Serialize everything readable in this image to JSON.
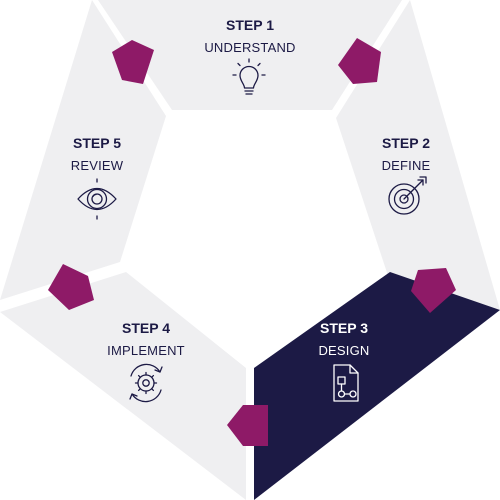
{
  "steps": [
    {
      "title": "STEP 1",
      "label": "UNDERSTAND",
      "icon": "lightbulb-icon",
      "active": false
    },
    {
      "title": "STEP 2",
      "label": "DEFINE",
      "icon": "target-icon",
      "active": false
    },
    {
      "title": "STEP 3",
      "label": "DESIGN",
      "icon": "design-document-icon",
      "active": true
    },
    {
      "title": "STEP 4",
      "label": "IMPLEMENT",
      "icon": "gear-cycle-icon",
      "active": false
    },
    {
      "title": "STEP 5",
      "label": "REVIEW",
      "icon": "eye-icon",
      "active": false
    }
  ],
  "colors": {
    "segment": "#efeff1",
    "active_segment": "#1c1a45",
    "connector_arrow": "#8e1a67",
    "text_dark": "#1c1a45",
    "text_light": "#ffffff"
  }
}
